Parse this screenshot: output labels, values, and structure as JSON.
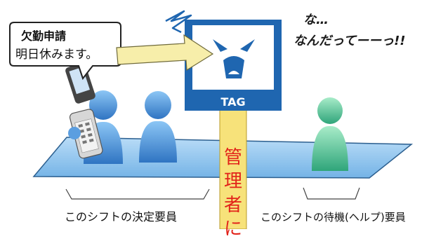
{
  "speech_bubble": {
    "title": "欠勤申請",
    "body": "明日休みます。"
  },
  "tag_sign": {
    "label": "TAG",
    "icon": "angry-face-icon",
    "shout_line1": "な…",
    "shout_line2": "なんだってーーっ!!"
  },
  "pole_label": "管理者に",
  "captions": {
    "left": "このシフトの決定要員",
    "right": "このシフトの待機(ヘルプ)要員"
  },
  "colors": {
    "tag_blue": "#1f66b0",
    "platform_blue": "#7ab7ea",
    "person_blue": "#3f8bd6",
    "person_green": "#4fc79a",
    "arrow_yellow": "#f7eeaa",
    "pole_yellow": "#f7e27a",
    "pole_text_red": "#e2231a"
  },
  "people": {
    "decided_count": 2,
    "standby_count": 1
  }
}
